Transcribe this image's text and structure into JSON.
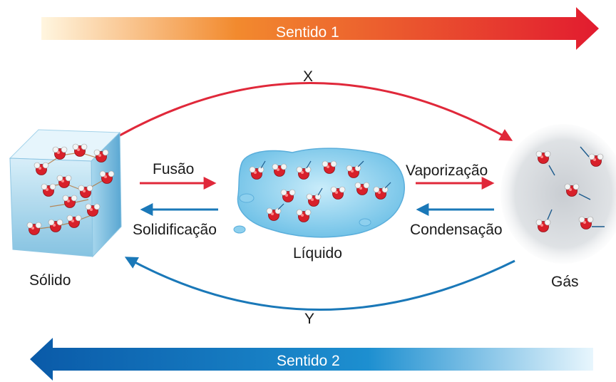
{
  "banners": {
    "top": {
      "label": "Sentido 1"
    },
    "bottom": {
      "label": "Sentido 2"
    }
  },
  "arcs": {
    "top_label": "X",
    "bottom_label": "Y"
  },
  "processes": {
    "fusion": "Fusão",
    "solidification": "Solidificação",
    "vaporization": "Vaporização",
    "condensation": "Condensação"
  },
  "states": {
    "solid": "Sólido",
    "liquid": "Líquido",
    "gas": "Gás"
  },
  "colors": {
    "warm_start": "#fff6e0",
    "warm_mid": "#f28a2e",
    "warm_end": "#e21b2f",
    "cool_start": "#0a5aa8",
    "cool_mid": "#1d8fd0",
    "cool_end": "#e8f6fd",
    "red_arrow": "#e0283a",
    "blue_arrow": "#1a78b8"
  },
  "icons": {
    "solid": "ice-cube-icon",
    "liquid": "water-puddle-icon",
    "gas": "vapor-cloud-icon",
    "molecule": "water-molecule-icon"
  }
}
